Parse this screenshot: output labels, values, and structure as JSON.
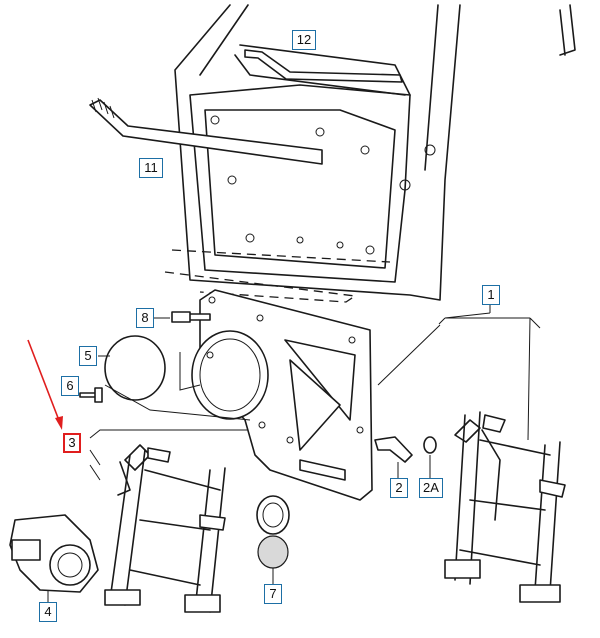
{
  "callouts": {
    "c1": "1",
    "c2": "2",
    "c2a": "2A",
    "c3": "3",
    "c4": "4",
    "c5": "5",
    "c6": "6",
    "c7": "7",
    "c8": "8",
    "c11": "11",
    "c12": "12"
  },
  "colors": {
    "callout_border": "#1d6fa5",
    "highlight": "#e01e1e",
    "line": "#1a1a1a"
  }
}
